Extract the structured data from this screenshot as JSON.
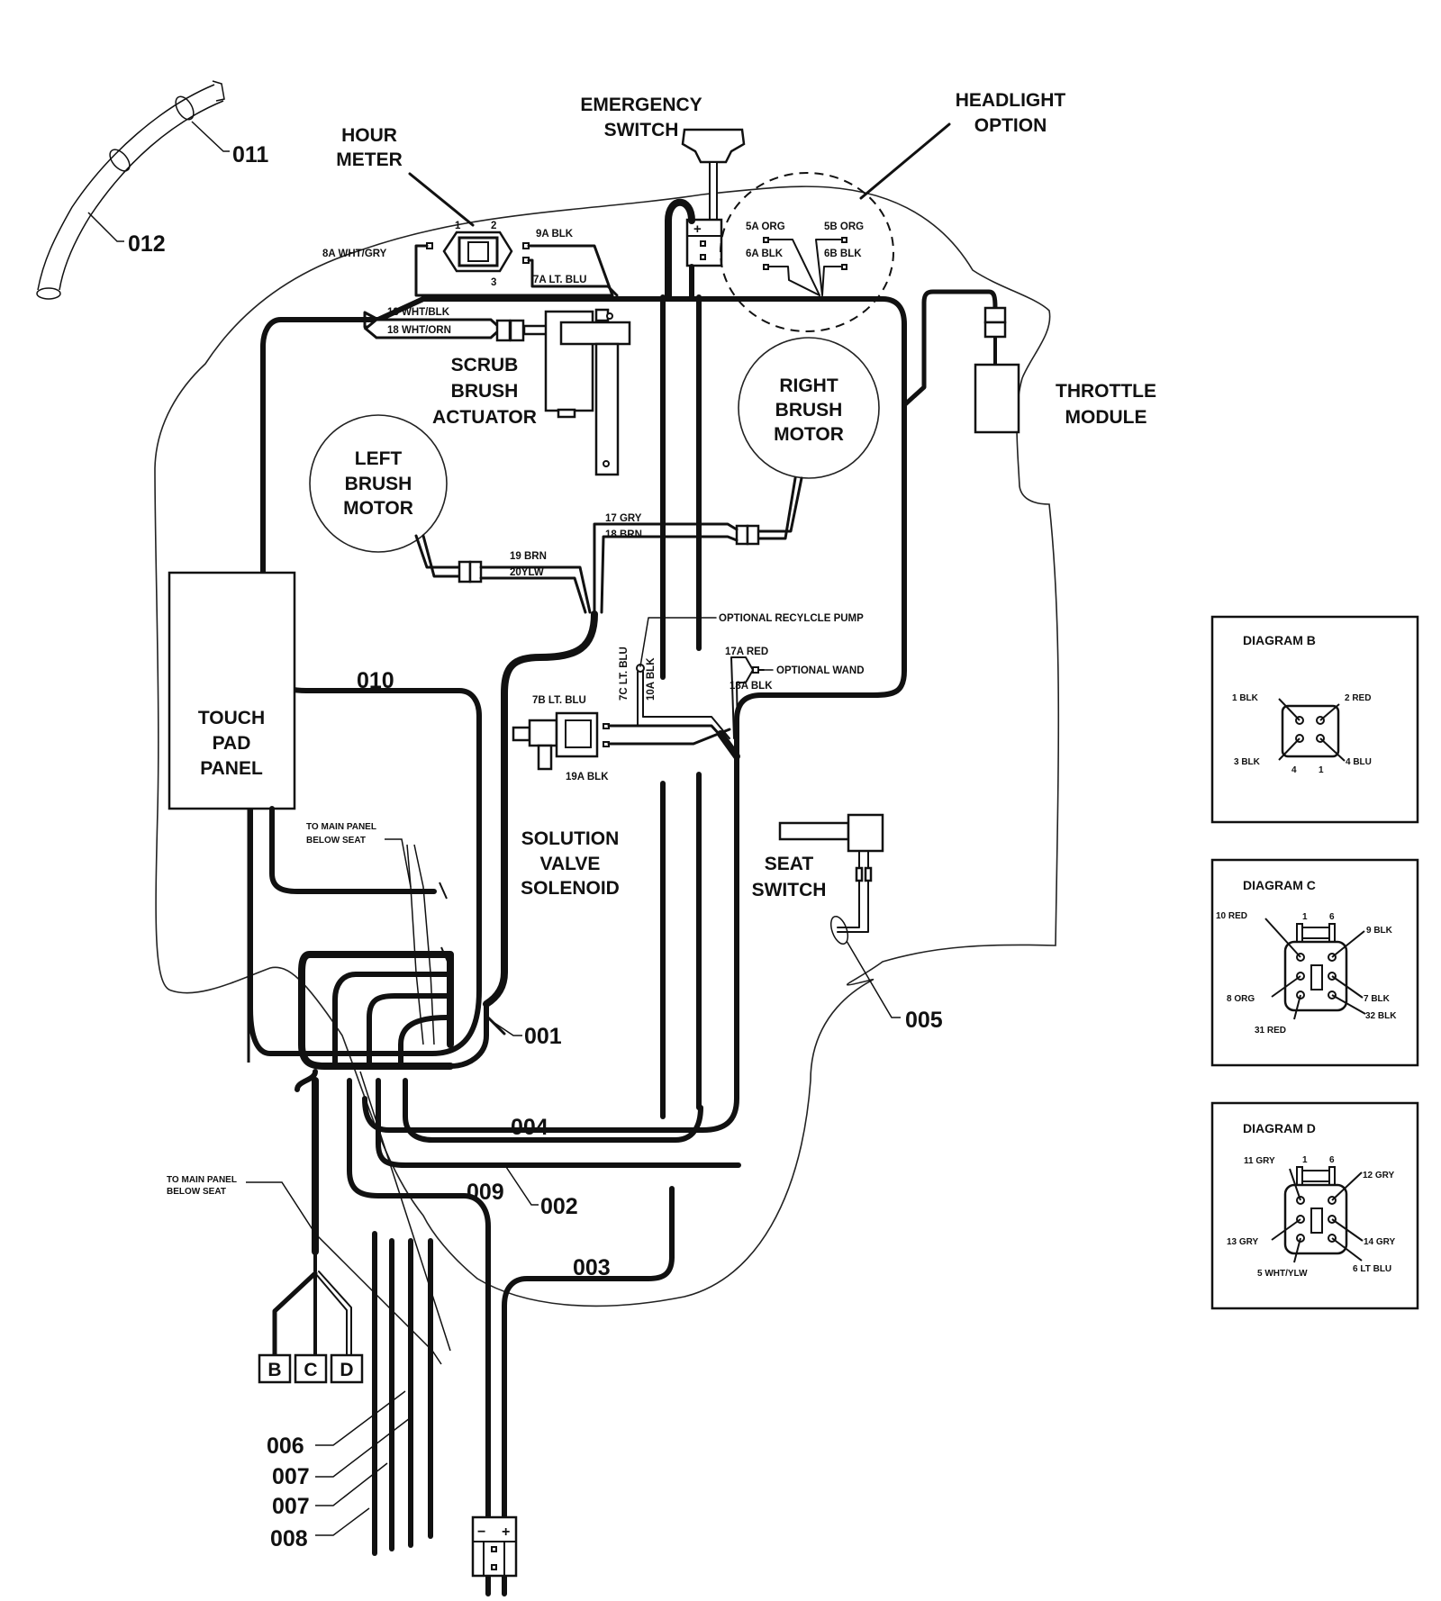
{
  "title": "Wiring harness diagram",
  "components": {
    "emergency_switch": [
      "EMERGENCY",
      "SWITCH"
    ],
    "headlight_option": [
      "HEADLIGHT",
      "OPTION"
    ],
    "hour_meter": [
      "HOUR",
      "METER"
    ],
    "scrub_brush_actuator": [
      "SCRUB",
      "BRUSH",
      "ACTUATOR"
    ],
    "right_brush_motor": [
      "RIGHT",
      "BRUSH",
      "MOTOR"
    ],
    "left_brush_motor": [
      "LEFT",
      "BRUSH",
      "MOTOR"
    ],
    "throttle_module": [
      "THROTTLE",
      "MODULE"
    ],
    "touch_pad_panel": [
      "TOUCH",
      "PAD",
      "PANEL"
    ],
    "solution_valve_solenoid": [
      "SOLUTION",
      "VALVE",
      "SOLENOID"
    ],
    "seat_switch": [
      "SEAT",
      "SWITCH"
    ]
  },
  "hour_meter_pins": [
    "1",
    "2",
    "3"
  ],
  "wires": {
    "w8a": "8A WHT/GRY",
    "w9a": "9A BLK",
    "w7a": "7A LT. BLU",
    "w5a": "5A ORG",
    "w5b": "5B ORG",
    "w6a": "6A BLK",
    "w6b": "6B BLK",
    "w13": "13 WHT/BLK",
    "w18": "18 WHT/ORN",
    "w17": "17 GRY",
    "w18brn": "18 BRN",
    "w19": "19 BRN",
    "w20": "20YLW",
    "w7b": "7B LT. BLU",
    "w19a": "19A BLK",
    "w7c": "7C LT. BLU",
    "w10a": "10A BLK",
    "w17a": "17A RED",
    "w18a": "18A BLK"
  },
  "notes": {
    "recycle_pump": "OPTIONAL RECYLCLE PUMP",
    "wand": "OPTIONAL WAND",
    "main_panel_1": [
      "TO MAIN PANEL",
      "BELOW SEAT"
    ],
    "main_panel_2": [
      "TO MAIN PANEL",
      "BELOW SEAT"
    ]
  },
  "callouts": {
    "c001": "001",
    "c002": "002",
    "c003": "003",
    "c004": "004",
    "c005": "005",
    "c006": "006",
    "c007a": "007",
    "c007b": "007",
    "c008": "008",
    "c009": "009",
    "c010": "010",
    "c011": "011",
    "c012": "012"
  },
  "connector_tags": [
    "B",
    "C",
    "D"
  ],
  "battery_symbols": {
    "minus": "−",
    "plus": "+"
  },
  "diagrams": {
    "b": {
      "title": "DIAGRAM B",
      "pins": [
        "1 BLK",
        "2 RED",
        "3 BLK",
        "4 BLU"
      ],
      "bottom_numbers": [
        "4",
        "1"
      ]
    },
    "c": {
      "title": "DIAGRAM C",
      "top_numbers": [
        "1",
        "6"
      ],
      "pins": [
        "10 RED",
        "9 BLK",
        "8 ORG",
        "7 BLK",
        "31 RED",
        "32 BLK"
      ]
    },
    "d": {
      "title": "DIAGRAM D",
      "top_numbers": [
        "1",
        "6"
      ],
      "pins": [
        "11 GRY",
        "12 GRY",
        "13 GRY",
        "14 GRY",
        "5 WHT/YLW",
        "6 LT BLU"
      ]
    }
  }
}
